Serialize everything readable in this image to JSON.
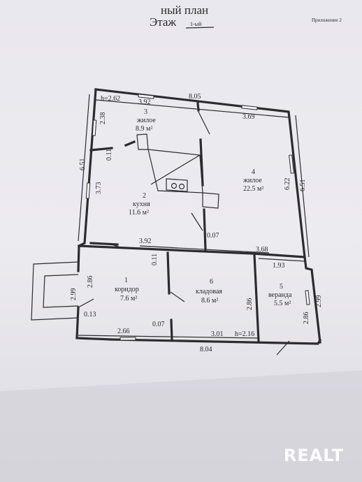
{
  "header": {
    "title": "ный план",
    "floor": "Этаж",
    "floor_value": "1-ый",
    "appendix": "Приложение 2"
  },
  "dimensions": {
    "h_top": "h=2.62",
    "top_392": "3.92",
    "top_805": "8.05",
    "top_369": "3.69",
    "left_238": "2.38",
    "left_651": "6.51",
    "left_373": "3.73",
    "left_011a": "0.11",
    "right_622": "6.22",
    "right_651": "6.51",
    "mid_007a": "0.07",
    "mid_392": "3.92",
    "mid_368": "3.68",
    "mid_011b": "0.11",
    "mid_193": "1.93",
    "ent_286": "2.86",
    "ent_299": "2.99",
    "ent_013": "0.13",
    "store_286": "2.86",
    "ver_286": "2.86",
    "ver_299": "2.99",
    "bot_266": "2.66",
    "bot_007": "0.07",
    "bot_301": "3.01",
    "bot_h": "h=2.16",
    "bot_804": "8.04"
  },
  "rooms": [
    {
      "num": "3",
      "name": "жилое",
      "area": "8.9 м²"
    },
    {
      "num": "4",
      "name": "жилое",
      "area": "22.5 м²"
    },
    {
      "num": "2",
      "name": "кухня",
      "area": "11.6 м²"
    },
    {
      "num": "1",
      "name": "коридор",
      "area": "7.6 м²"
    },
    {
      "num": "6",
      "name": "кладовая",
      "area": "8.6 м²"
    },
    {
      "num": "5",
      "name": "веранда",
      "area": "5.5 м²"
    }
  ],
  "watermark": "REALT",
  "colors": {
    "paper": "#eceaf0",
    "ink": "#2a2a2e",
    "background": "#3b3b3d"
  }
}
